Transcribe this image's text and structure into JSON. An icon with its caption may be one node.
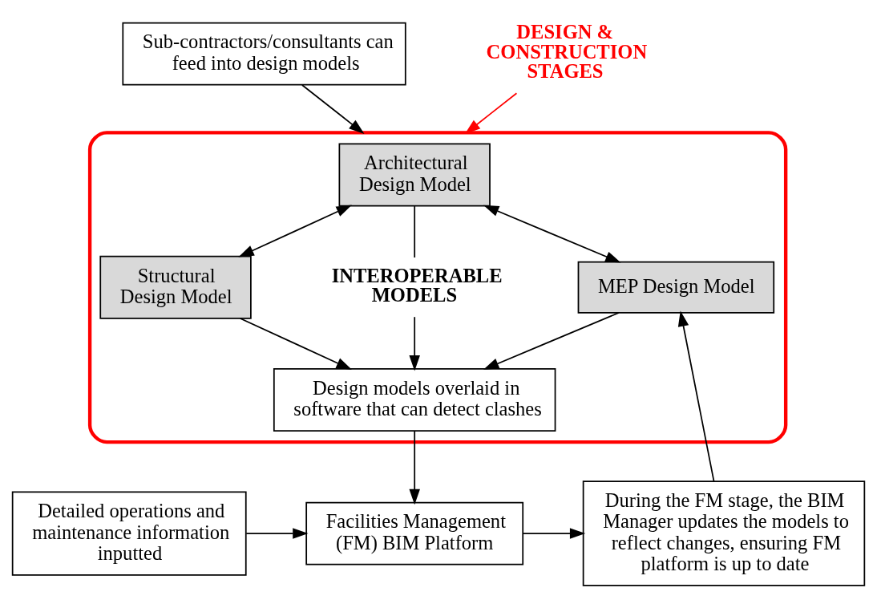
{
  "diagram": {
    "nodes": [
      {
        "text": [
          "Sub-contractors/consultants can feed into design models"
        ]
      },
      {
        "text": [
          "DESIGN & CONSTRUCTION STAGES"
        ]
      },
      {
        "text": [],
        "shape": "ellipse"
      },
      {
        "text": [
          "Architectural Design Model"
        ],
        "in": 2
      },
      {
        "text": [
          "Structural Design Model"
        ],
        "in": 2
      },
      {
        "text": [
          "INTEROPERABLE MODELS"
        ],
        "in": 2
      },
      {
        "text": [
          "MEP Design Model"
        ],
        "in": 2
      },
      {
        "text": [
          "Design models overlaid in software that can detect clashes"
        ],
        "in": 2
      },
      {
        "text": [
          "Detailed operations and maintenance information inputted"
        ]
      },
      {
        "text": [
          "Facilities Management (FM) BIM Platform"
        ]
      },
      {
        "text": [
          "During the FM stage, the BIM Manager updates the models to reflect changes, ensuring FM platform is up to date"
        ]
      }
    ],
    "edges": [
      {
        "from": 0,
        "to": 2,
        "arrow": "to"
      },
      {
        "from": 1,
        "to": 2,
        "arrow": "to",
        "color": "#ff0000"
      },
      {
        "from": 3,
        "to": 4,
        "arrow": "both"
      },
      {
        "from": 3,
        "to": 6,
        "arrow": "both"
      },
      {
        "from": 3,
        "to": 5,
        "arrow": "none"
      },
      {
        "from": 4,
        "to": 7,
        "arrow": "to"
      },
      {
        "from": 5,
        "to": 7,
        "arrow": "to"
      },
      {
        "from": 6,
        "to": 7,
        "arrow": "to"
      },
      {
        "from": 7,
        "to": 9,
        "arrow": "to"
      },
      {
        "from": 8,
        "to": 9,
        "arrow": "to"
      },
      {
        "from": 9,
        "to": 10,
        "arrow": "to"
      },
      {
        "from": 10,
        "to": 6,
        "arrow": "to"
      }
    ]
  }
}
